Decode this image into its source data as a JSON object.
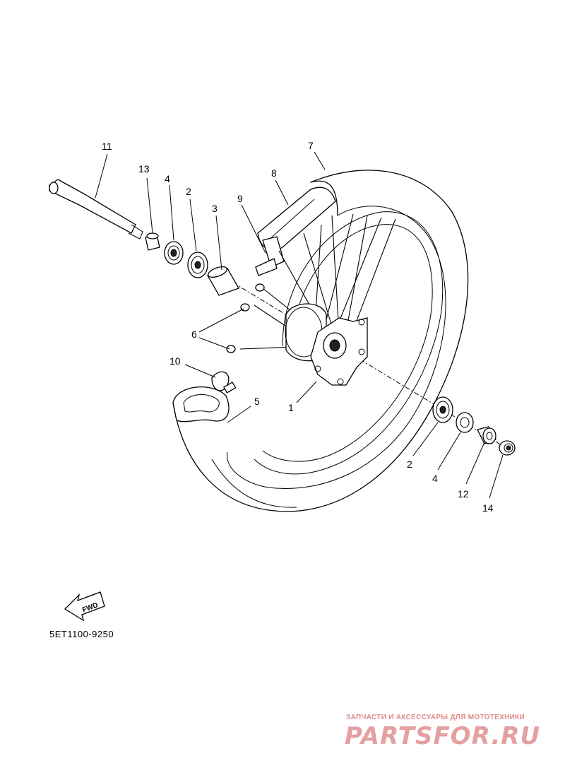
{
  "callouts": {
    "c1": "1",
    "c2a": "2",
    "c2b": "2",
    "c3": "3",
    "c4a": "4",
    "c4b": "4",
    "c5": "5",
    "c6": "6",
    "c7": "7",
    "c8": "8",
    "c9": "9",
    "c10": "10",
    "c11": "11",
    "c12": "12",
    "c13": "13",
    "c14": "14"
  },
  "fwd_label": "FWD",
  "diagram_code": "5ET1100-9250",
  "watermark": {
    "tagline": "ЗАПЧАСТИ И АКСЕССУАРЫ ДЛЯ МОТОТЕХНИКИ",
    "logo": "PARTSFOR.RU",
    "color": "#e08a8a"
  }
}
